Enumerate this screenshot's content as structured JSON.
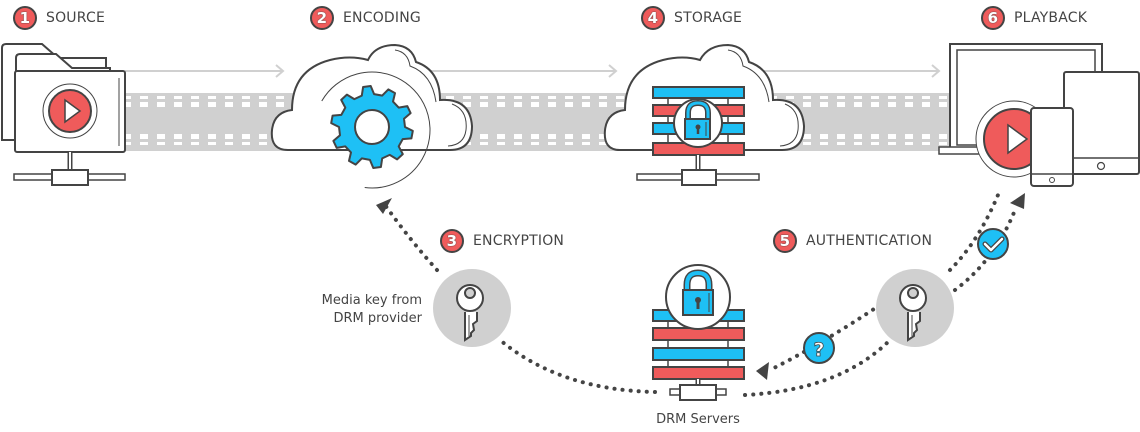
{
  "steps": [
    {
      "number": "1",
      "label": "SOURCE"
    },
    {
      "number": "2",
      "label": "ENCODING"
    },
    {
      "number": "3",
      "label": "ENCRYPTION"
    },
    {
      "number": "4",
      "label": "STORAGE"
    },
    {
      "number": "5",
      "label": "AUTHENTICATION"
    },
    {
      "number": "6",
      "label": "PLAYBACK"
    }
  ],
  "captions": {
    "media_key_line1": "Media key from",
    "media_key_line2": "DRM provider",
    "drm_servers": "DRM Servers"
  },
  "badges": {
    "question": "?",
    "check": "✓"
  },
  "colors": {
    "accent_red": "#ef5b5b",
    "accent_blue": "#1ec0f5",
    "outline": "#444444",
    "film_gray": "#d0d0d0",
    "key_circle": "#d0d0d0"
  }
}
